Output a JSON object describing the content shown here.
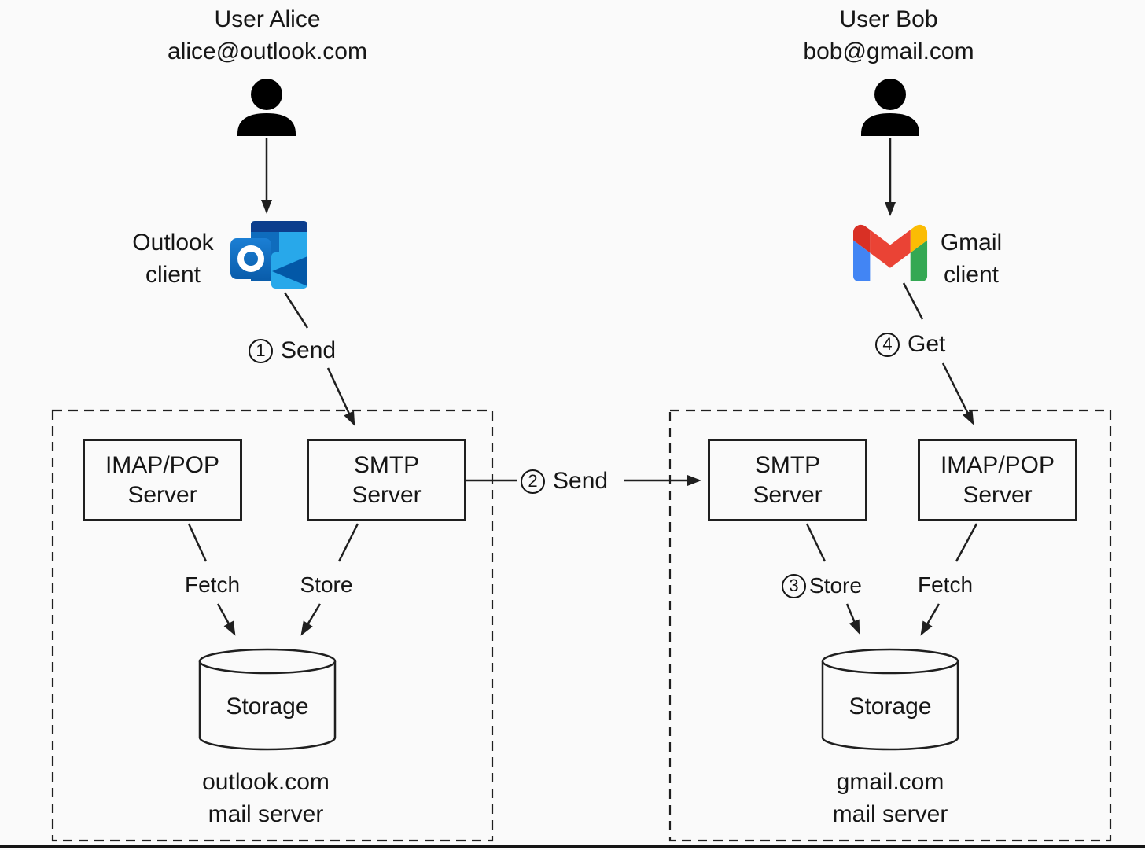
{
  "alice": {
    "name": "User Alice",
    "email": "alice@outlook.com"
  },
  "bob": {
    "name": "User Bob",
    "email": "bob@gmail.com"
  },
  "outlook_client": {
    "line1": "Outlook",
    "line2": "client"
  },
  "gmail_client": {
    "line1": "Gmail",
    "line2": "client"
  },
  "steps": {
    "send1": {
      "num": "1",
      "label": "Send"
    },
    "send2": {
      "num": "2",
      "label": "Send"
    },
    "store3": {
      "num": "3",
      "label": "Store"
    },
    "get4": {
      "num": "4",
      "label": "Get"
    }
  },
  "outlook_server": {
    "imap": {
      "line1": "IMAP/POP",
      "line2": "Server"
    },
    "smtp": {
      "line1": "SMTP",
      "line2": "Server"
    },
    "fetch_label": "Fetch",
    "store_label": "Store",
    "storage_label": "Storage",
    "caption1": "outlook.com",
    "caption2": "mail server"
  },
  "gmail_server": {
    "smtp": {
      "line1": "SMTP",
      "line2": "Server"
    },
    "imap": {
      "line1": "IMAP/POP",
      "line2": "Server"
    },
    "fetch_label": "Fetch",
    "storage_label": "Storage",
    "caption1": "gmail.com",
    "caption2": "mail server"
  },
  "colors": {
    "ink": "#1f1f1f",
    "gmail_red": "#ea4335",
    "gmail_dark_red": "#d93025",
    "gmail_blue": "#4285f4",
    "gmail_green": "#34a853",
    "gmail_yellow": "#fbbc04",
    "outlook_blue": "#0f6cbd",
    "outlook_light_blue": "#28a8ea",
    "outlook_dark_blue": "#0c3e8d"
  }
}
